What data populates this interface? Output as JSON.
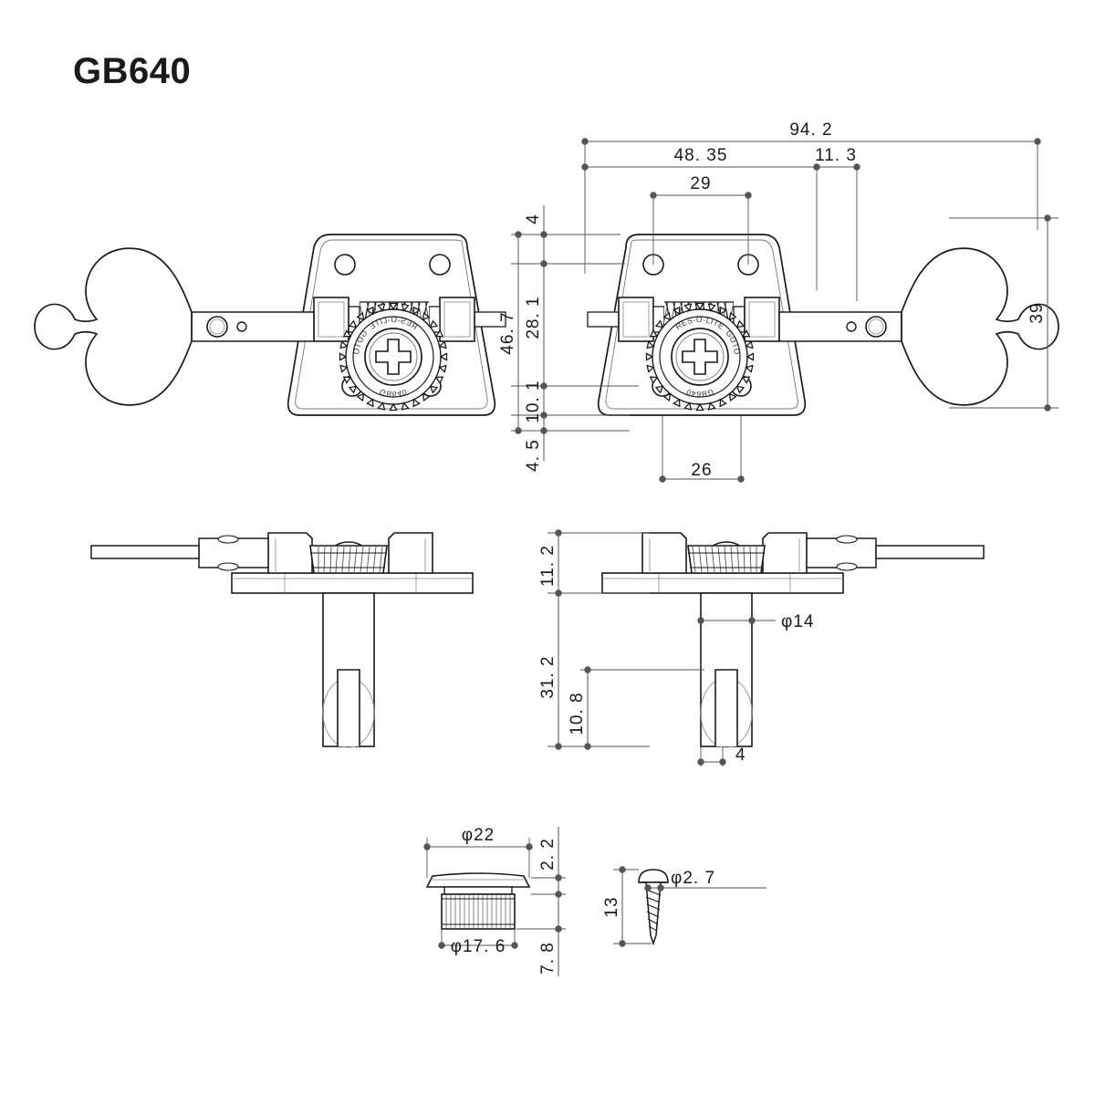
{
  "page": {
    "title": "GB640",
    "product": "GOTOH GB640 bass tuning machine technical drawing",
    "background_color": "#ffffff",
    "line_color": "#1a1a1a",
    "dimension_line_color": "#555555"
  },
  "gear_markings": {
    "top_arc": "RES-O-LITE",
    "right_arc": "GOTOH",
    "bottom_arc": "GB640"
  },
  "views": {
    "top_left": {
      "name": "Top view (left-hand tuner)"
    },
    "top_right": {
      "name": "Top view (right-hand tuner, dimensioned)"
    },
    "side_left": {
      "name": "Side view (left-hand tuner)"
    },
    "side_right": {
      "name": "Side view (right-hand tuner, dimensioned)"
    },
    "bushing": {
      "name": "Bushing detail"
    },
    "screw": {
      "name": "Mounting screw detail"
    }
  },
  "dimensions": {
    "top_view": [
      {
        "id": "overall-width",
        "label": "94. 2",
        "orientation": "horizontal"
      },
      {
        "id": "plate-to-post",
        "label": "48. 35",
        "orientation": "horizontal"
      },
      {
        "id": "post-to-key",
        "label": "11. 3",
        "orientation": "horizontal"
      },
      {
        "id": "upper-screw-spacing",
        "label": "29",
        "orientation": "horizontal"
      },
      {
        "id": "lower-screw-spacing",
        "label": "26",
        "orientation": "horizontal"
      },
      {
        "id": "top-edge-offset",
        "label": "4",
        "orientation": "vertical"
      },
      {
        "id": "screw-hole-span",
        "label": "28. 1",
        "orientation": "vertical"
      },
      {
        "id": "lower-offset",
        "label": "10. 1",
        "orientation": "vertical"
      },
      {
        "id": "bottom-edge-offset",
        "label": "4. 5",
        "orientation": "vertical"
      },
      {
        "id": "plate-height",
        "label": "46. 7",
        "orientation": "vertical"
      },
      {
        "id": "key-height",
        "label": "39",
        "orientation": "vertical"
      }
    ],
    "side_view": [
      {
        "id": "above-plate-height",
        "label": "11. 2",
        "orientation": "vertical"
      },
      {
        "id": "post-length",
        "label": "31. 2",
        "orientation": "vertical"
      },
      {
        "id": "slot-depth",
        "label": "10. 8",
        "orientation": "vertical"
      },
      {
        "id": "post-diameter",
        "label": "φ14",
        "orientation": "horizontal"
      },
      {
        "id": "slot-width",
        "label": "4",
        "orientation": "horizontal"
      }
    ],
    "bushing": [
      {
        "id": "flange-diameter",
        "label": "φ22",
        "orientation": "horizontal"
      },
      {
        "id": "body-diameter",
        "label": "φ17. 6",
        "orientation": "horizontal"
      },
      {
        "id": "flange-thickness",
        "label": "2. 2",
        "orientation": "vertical"
      },
      {
        "id": "body-height",
        "label": "7. 8",
        "orientation": "vertical"
      }
    ],
    "screw": [
      {
        "id": "screw-length",
        "label": "13",
        "orientation": "vertical"
      },
      {
        "id": "screw-diameter",
        "label": "φ2. 7",
        "orientation": "horizontal"
      }
    ]
  }
}
